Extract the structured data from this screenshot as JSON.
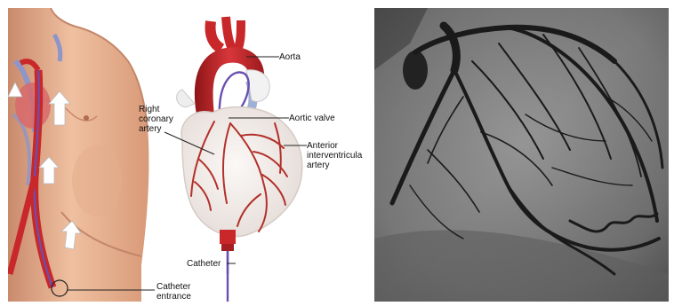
{
  "figure": {
    "left_panel": {
      "labels": {
        "aorta": "Aorta",
        "aortic_valve": "Aortic valve",
        "right_coronary_artery": "Right\ncoronary\nartery",
        "anterior_interventricular_artery": "Anterior\ninterventricula\nartery",
        "catheter": "Catheter",
        "catheter_entrance": "Catheter\nentrance"
      }
    },
    "right_panel": {
      "kind": "coronary angiogram",
      "tone": "grayscale"
    },
    "colors": {
      "skin": "#e8b594",
      "skin_shadow": "#d89a78",
      "heart_tissue": "#f3eeea",
      "aorta_red": "#c8282a",
      "vessel_blue": "#8d95c9",
      "artery_red": "#b2312a",
      "catheter_purple": "#6a4fb1",
      "xray_bg": "#737373",
      "xray_vessel": "#1a1a1a"
    }
  }
}
